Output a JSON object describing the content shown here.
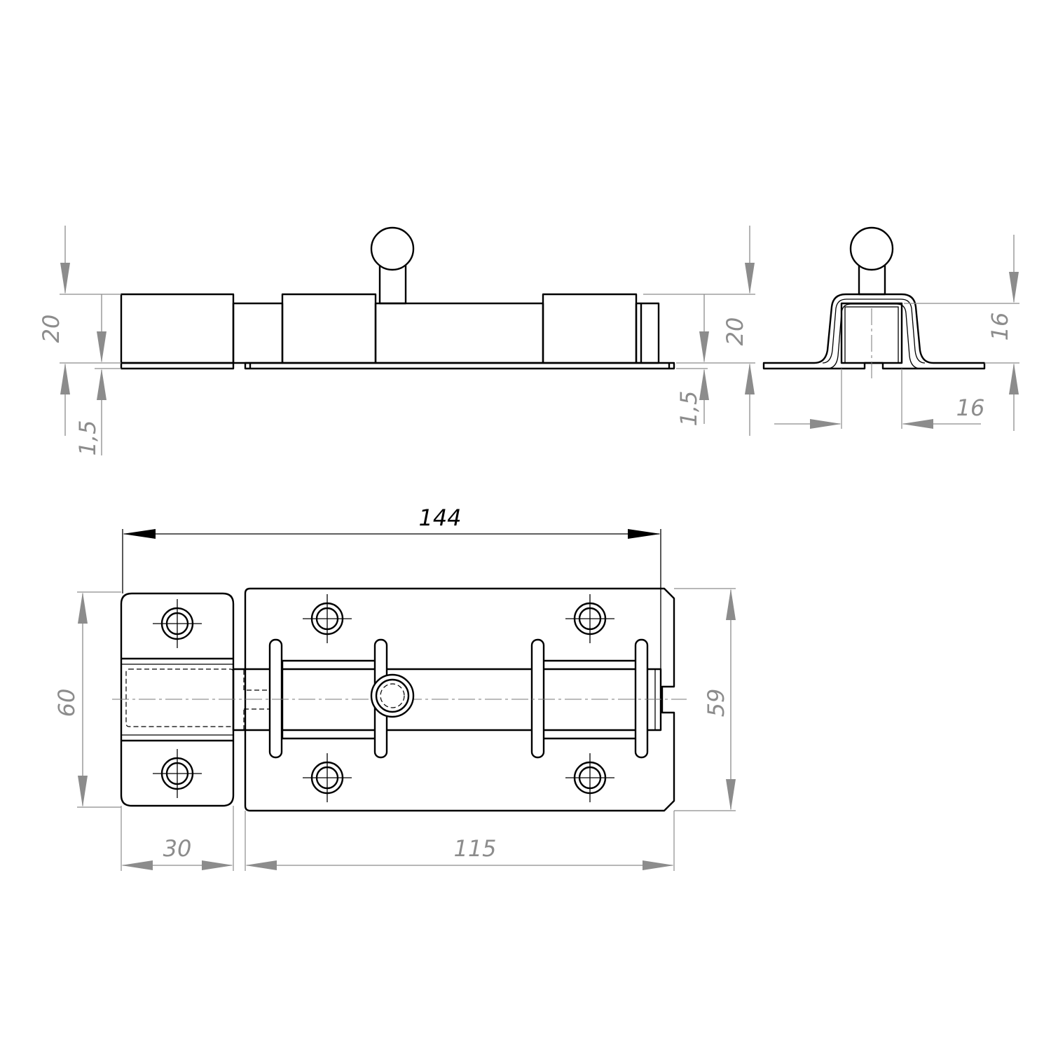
{
  "dimensions": {
    "front_height": "20",
    "front_base_thickness": "1,5",
    "front_height_right": "20",
    "front_base_thickness_right": "1,5",
    "side_height": "16",
    "side_width": "16",
    "overall_length": "144",
    "keeper_height": "60",
    "plate_height": "59",
    "keeper_width": "30",
    "plate_length": "115"
  },
  "colors": {
    "outline": "#000000",
    "dimension": "#8c8c8c"
  }
}
